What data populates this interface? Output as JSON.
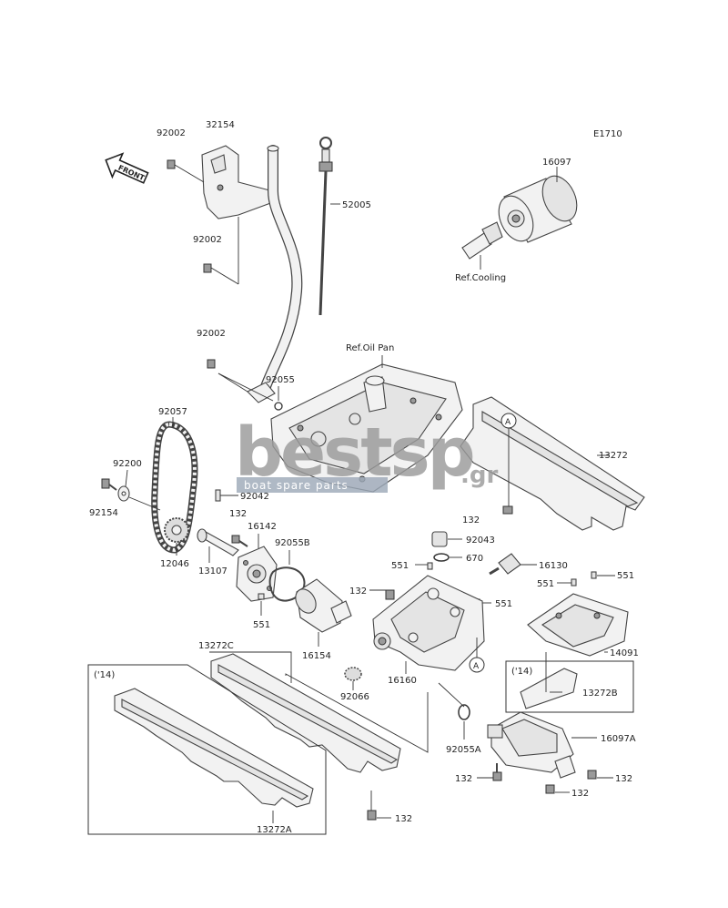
{
  "diagram": {
    "code": "E1710",
    "front_label": "FRONT",
    "refs": {
      "oil_pan": "Ref.Oil Pan",
      "cooling": "Ref.Cooling",
      "year_a": "('14)",
      "year_b": "('14)",
      "circle_a1": "A",
      "circle_a2": "A"
    },
    "parts": [
      "92002",
      "32154",
      "92002",
      "92002",
      "52005",
      "16097",
      "92055",
      "92057",
      "92200",
      "92154",
      "92042",
      "132",
      "16142",
      "92055B",
      "12046",
      "13107",
      "551",
      "16154",
      "13272",
      "132",
      "92043",
      "670",
      "16130",
      "551",
      "132",
      "551",
      "551",
      "551",
      "14091",
      "16160",
      "92066",
      "13272C",
      "13272B",
      "92055A",
      "16097A",
      "132",
      "132",
      "132",
      "132",
      "13272A"
    ]
  },
  "watermark": {
    "brand": "bestsp",
    "suffix": ".gr",
    "tagline": "boat spare parts"
  }
}
